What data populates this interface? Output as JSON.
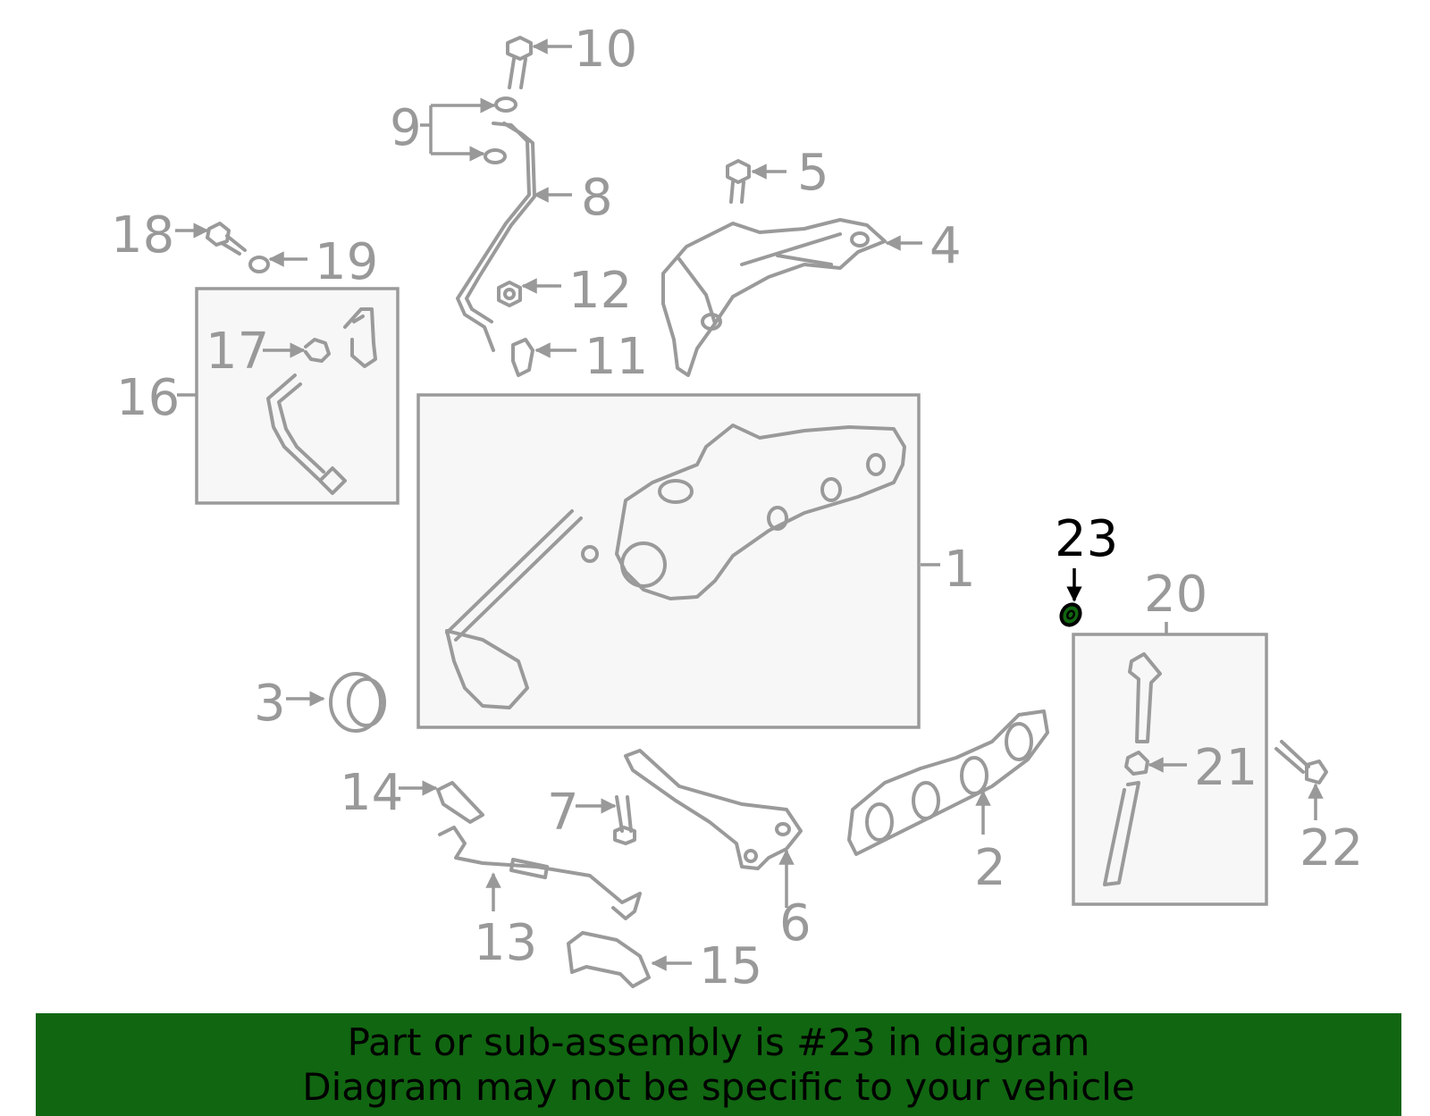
{
  "colors": {
    "callout": "#999999",
    "highlight_callout": "#000000",
    "highlight_part": "#116611",
    "banner_background": "#116611",
    "banner_text": "#000000",
    "box_fill": "#f7f7f7"
  },
  "callouts": [
    "1",
    "2",
    "3",
    "4",
    "5",
    "6",
    "7",
    "8",
    "9",
    "10",
    "11",
    "12",
    "13",
    "14",
    "15",
    "16",
    "17",
    "18",
    "19",
    "20",
    "21",
    "22",
    "23"
  ],
  "highlighted": "23",
  "banner": {
    "line1": "Part or sub-assembly is #23 in diagram",
    "line2": "Diagram may not be specific to your vehicle"
  }
}
